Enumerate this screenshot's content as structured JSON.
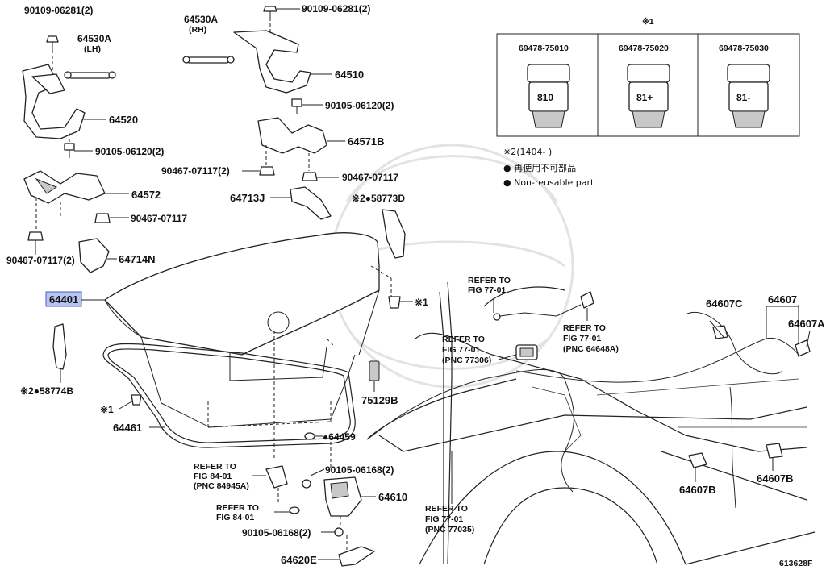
{
  "labels": {
    "p90109_top_left": "90109-06281(2)",
    "p64530A_lh": "64530A",
    "lh": "(LH)",
    "p64530A_rh": "64530A",
    "rh": "(RH)",
    "p90109_top_mid": "90109-06281(2)",
    "p64510": "64510",
    "p64520": "64520",
    "p90105_06120_mid": "90105-06120(2)",
    "p90105_06120_left": "90105-06120(2)",
    "p64571B": "64571B",
    "p90467_07117_2_mid": "90467-07117(2)",
    "p90467_07117_mid": "90467-07117",
    "p64572": "64572",
    "p64713J": "64713J",
    "p58773D": "※2●58773D",
    "p90467_07117_left": "90467-07117",
    "p90467_07117_2_left": "90467-07117(2)",
    "p64714N": "64714N",
    "p64401": "64401",
    "mark1_right": "※1",
    "p58774B": "※2●58774B",
    "mark1_left": "※1",
    "p75129B": "75129B",
    "p64461": "64461",
    "p64459": "●64459",
    "p90105_06168_mid": "90105-06168(2)",
    "p64610": "64610",
    "p90105_06168_left": "90105-06168(2)",
    "p64620E": "64620E",
    "p64607C": "64607C",
    "p64607": "64607",
    "p64607A": "64607A",
    "p64607B_left": "64607B",
    "p64607B_right": "64607B",
    "figure_id": "613628F"
  },
  "refers": {
    "r77_top": [
      "REFER TO",
      "FIG 77-01"
    ],
    "r77_pnc306": [
      "REFER TO",
      "FIG 77-01",
      "(PNC 77306)"
    ],
    "r77_pnc648": [
      "REFER TO",
      "FIG 77-01",
      "(PNC 64648A)"
    ],
    "r84_pnc945": [
      "REFER TO",
      "FIG 84-01",
      "(PNC 84945A)"
    ],
    "r84": [
      "REFER TO",
      "FIG 84-01"
    ],
    "r77_pnc035": [
      "REFER TO",
      "FIG 77-01",
      "(PNC 77035)"
    ]
  },
  "table": {
    "mark": "※1",
    "columns": [
      {
        "part_no": "69478-75010",
        "code": "810"
      },
      {
        "part_no": "69478-75020",
        "code": "81+"
      },
      {
        "part_no": "69478-75030",
        "code": "81-"
      }
    ]
  },
  "notes": {
    "line1": "※2(1404-      )",
    "line2": "● 再使用不可部品",
    "line3": "● Non-reusable part"
  }
}
